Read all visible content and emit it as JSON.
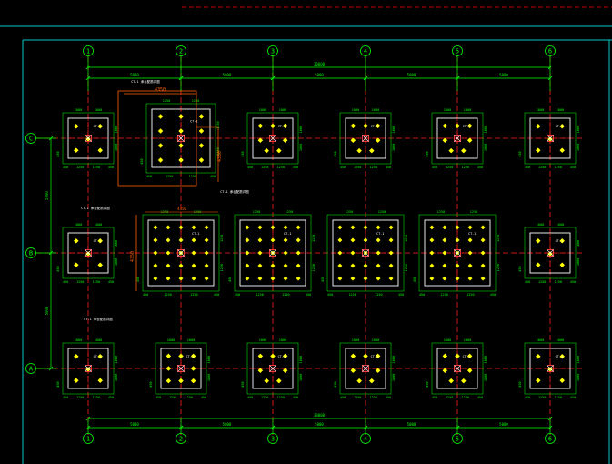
{
  "colors": {
    "background": "#000000",
    "frame": "#00c8c8",
    "cap_outline": "#ffffff",
    "dimension": "#00ff00",
    "axis": "#ff2020",
    "pile": "#ffff00",
    "pile_center": "#ff4040",
    "highlight": "#ff6000",
    "bubble": "#00ff00"
  },
  "grid": {
    "columns": [
      "1",
      "2",
      "3",
      "4",
      "5",
      "6"
    ],
    "rows": [
      "C",
      "B",
      "A"
    ]
  },
  "dimensions": {
    "top_total": "30000",
    "top_spans": [
      "5000",
      "5000",
      "5000",
      "5000",
      "5000"
    ],
    "bottom_total": "30000",
    "bottom_spans": [
      "5000",
      "5000",
      "5000",
      "5000",
      "5000"
    ],
    "left_spans": [
      "5000",
      "5000"
    ],
    "cap_small_side": "1000",
    "cap_small_sub": "1250",
    "cap_large_side": "1250",
    "cap_edge": "450",
    "highlight_width": "4350",
    "highlight_height": "4350"
  },
  "labels": {
    "cap_tag": "CT-1",
    "note": "CT-1 承台配筋详图"
  },
  "pile_caps": [
    {
      "col": 0,
      "row": 0,
      "size": "small",
      "piles": 5,
      "name": "cap-1c"
    },
    {
      "col": 1,
      "row": 0,
      "size": "medium",
      "piles": 12,
      "name": "cap-2c",
      "highlight": true
    },
    {
      "col": 2,
      "row": 0,
      "size": "small",
      "piles": 7,
      "name": "cap-3c"
    },
    {
      "col": 3,
      "row": 0,
      "size": "small",
      "piles": 7,
      "name": "cap-4c"
    },
    {
      "col": 4,
      "row": 0,
      "size": "small",
      "piles": 7,
      "name": "cap-5c"
    },
    {
      "col": 5,
      "row": 0,
      "size": "small",
      "piles": 5,
      "name": "cap-6c"
    },
    {
      "col": 0,
      "row": 1,
      "size": "small",
      "piles": 5,
      "name": "cap-1b"
    },
    {
      "col": 1,
      "row": 1,
      "size": "large",
      "piles": 25,
      "name": "cap-2b",
      "highlight": true
    },
    {
      "col": 2,
      "row": 1,
      "size": "large",
      "piles": 25,
      "name": "cap-3b"
    },
    {
      "col": 3,
      "row": 1,
      "size": "large",
      "piles": 25,
      "name": "cap-4b"
    },
    {
      "col": 4,
      "row": 1,
      "size": "large",
      "piles": 25,
      "name": "cap-5b"
    },
    {
      "col": 5,
      "row": 1,
      "size": "small",
      "piles": 5,
      "name": "cap-6b"
    },
    {
      "col": 0,
      "row": 2,
      "size": "small",
      "piles": 5,
      "name": "cap-1a"
    },
    {
      "col": 1,
      "row": 2,
      "size": "small",
      "piles": 8,
      "name": "cap-2a"
    },
    {
      "col": 2,
      "row": 2,
      "size": "small",
      "piles": 7,
      "name": "cap-3a"
    },
    {
      "col": 3,
      "row": 2,
      "size": "small",
      "piles": 7,
      "name": "cap-4a"
    },
    {
      "col": 4,
      "row": 2,
      "size": "small",
      "piles": 7,
      "name": "cap-5a"
    },
    {
      "col": 5,
      "row": 2,
      "size": "small",
      "piles": 5,
      "name": "cap-6a"
    }
  ]
}
